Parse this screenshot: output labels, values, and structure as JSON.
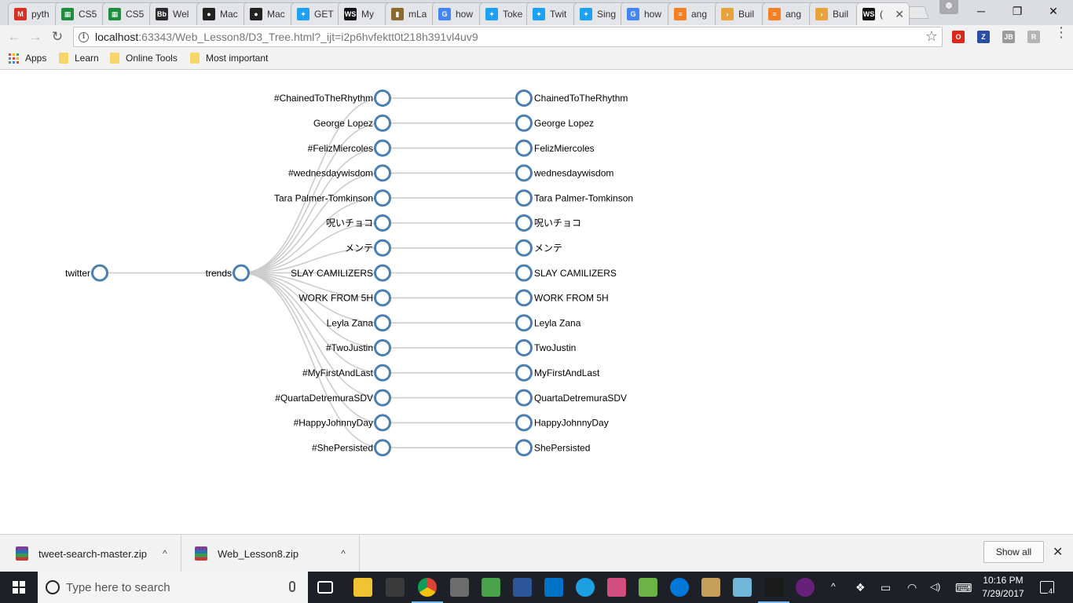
{
  "tabs": [
    {
      "title": "pyth",
      "favicon": "gmail-icon",
      "color": "#d93025",
      "letter": "M"
    },
    {
      "title": "CS5",
      "favicon": "sheets-icon",
      "color": "#1e8e3e",
      "letter": "▦"
    },
    {
      "title": "CS5",
      "favicon": "sheets-icon",
      "color": "#1e8e3e",
      "letter": "▦"
    },
    {
      "title": "Wel",
      "favicon": "blackboard-icon",
      "color": "#2b2b2b",
      "letter": "Bb"
    },
    {
      "title": "Mac",
      "favicon": "github-icon",
      "color": "#222222",
      "letter": "●"
    },
    {
      "title": "Mac",
      "favicon": "github-icon",
      "color": "#222222",
      "letter": "●"
    },
    {
      "title": "GET",
      "favicon": "twitter-icon",
      "color": "#1da1f2",
      "letter": "✦"
    },
    {
      "title": "My",
      "favicon": "webstorm-icon",
      "color": "#111111",
      "letter": "WS"
    },
    {
      "title": "mLa",
      "favicon": "mlab-icon",
      "color": "#8b6a2e",
      "letter": "▮"
    },
    {
      "title": "how",
      "favicon": "google-icon",
      "color": "#4285f4",
      "letter": "G"
    },
    {
      "title": "Toke",
      "favicon": "twitter-icon",
      "color": "#1da1f2",
      "letter": "✦"
    },
    {
      "title": "Twit",
      "favicon": "twitter-icon",
      "color": "#1da1f2",
      "letter": "✦"
    },
    {
      "title": "Sing",
      "favicon": "twitter-icon",
      "color": "#1da1f2",
      "letter": "✦"
    },
    {
      "title": "how",
      "favicon": "google-icon",
      "color": "#4285f4",
      "letter": "G"
    },
    {
      "title": "ang",
      "favicon": "stackoverflow-icon",
      "color": "#f48024",
      "letter": "≡"
    },
    {
      "title": "Buil",
      "favicon": "angular-icon",
      "color": "#e8a33d",
      "letter": "›"
    },
    {
      "title": "ang",
      "favicon": "stackoverflow-icon",
      "color": "#f48024",
      "letter": "≡"
    },
    {
      "title": "Buil",
      "favicon": "angular-icon",
      "color": "#e8a33d",
      "letter": "›"
    },
    {
      "title": "(",
      "favicon": "webstorm-icon",
      "color": "#111111",
      "letter": "WS",
      "active": true
    }
  ],
  "window": {
    "minimize": "─",
    "maximize": "❐",
    "close": "✕"
  },
  "toolbar": {
    "back": "←",
    "forward": "→",
    "reload": "↻",
    "url_host": "localhost",
    "url_rest": ":63343/Web_Lesson8/D3_Tree.html?_ijt=i2p6hvfektt0t218h391vl4uv9",
    "star": "☆",
    "extensions": [
      {
        "name": "opera-icon",
        "color": "#e0261b",
        "letter": "O"
      },
      {
        "name": "zotero-icon",
        "color": "#2a4da8",
        "letter": "Z"
      },
      {
        "name": "jb-icon",
        "color": "#9a9a9a",
        "letter": "JB"
      },
      {
        "name": "extension-icon",
        "color": "#b5b5b5",
        "letter": "R"
      }
    ],
    "menu": "⋮"
  },
  "bookmarks": {
    "apps": "Apps",
    "items": [
      "Learn",
      "Online Tools",
      "Most important"
    ]
  },
  "tree": {
    "root": "twitter",
    "middle": "trends",
    "trends": [
      {
        "label": "#ChainedToTheRhythm",
        "query": "ChainedToTheRhythm"
      },
      {
        "label": "George Lopez",
        "query": "George Lopez"
      },
      {
        "label": "#FelizMiercoles",
        "query": "FelizMiercoles"
      },
      {
        "label": "#wednesdaywisdom",
        "query": "wednesdaywisdom"
      },
      {
        "label": "Tara Palmer-Tomkinson",
        "query": "Tara Palmer-Tomkinson"
      },
      {
        "label": "呪いチョコ",
        "query": "呪いチョコ"
      },
      {
        "label": "メンテ",
        "query": "メンテ"
      },
      {
        "label": "SLAY CAMILIZERS",
        "query": "SLAY CAMILIZERS"
      },
      {
        "label": "WORK FROM 5H",
        "query": "WORK FROM 5H"
      },
      {
        "label": "Leyla Zana",
        "query": "Leyla Zana"
      },
      {
        "label": "#TwoJustin",
        "query": "TwoJustin"
      },
      {
        "label": "#MyFirstAndLast",
        "query": "MyFirstAndLast"
      },
      {
        "label": "#QuartaDetremuraSDV",
        "query": "QuartaDetremuraSDV"
      },
      {
        "label": "#HappyJohnnyDay",
        "query": "HappyJohnnyDay"
      },
      {
        "label": "#ShePersisted",
        "query": "ShePersisted"
      }
    ]
  },
  "downloads": {
    "files": [
      "tweet-search-master.zip",
      "Web_Lesson8.zip"
    ],
    "caret": "^",
    "show_all": "Show all",
    "close": "✕"
  },
  "taskbar": {
    "search_placeholder": "Type here to search",
    "apps": [
      {
        "name": "task-view-icon",
        "color": "#1d2027",
        "running": false
      },
      {
        "name": "file-explorer-icon",
        "color": "#f1c232",
        "running": false
      },
      {
        "name": "store-icon",
        "color": "#3a3a3a",
        "running": false
      },
      {
        "name": "chrome-icon",
        "color": "#db4437",
        "running": true
      },
      {
        "name": "snipping-tool-icon",
        "color": "#6c6c6c",
        "running": false
      },
      {
        "name": "sticky-app-icon",
        "color": "#4aa34a",
        "running": false
      },
      {
        "name": "word-icon",
        "color": "#2b579a",
        "running": false
      },
      {
        "name": "outlook-icon",
        "color": "#0072c6",
        "running": false
      },
      {
        "name": "ie-icon",
        "color": "#1ba1e2",
        "running": false
      },
      {
        "name": "intellij-icon",
        "color": "#d14e7f",
        "running": false
      },
      {
        "name": "android-studio-icon",
        "color": "#6ab344",
        "running": false
      },
      {
        "name": "edge-icon",
        "color": "#0078d7",
        "running": false
      },
      {
        "name": "paint-icon",
        "color": "#c5a05a",
        "running": false
      },
      {
        "name": "notepad-icon",
        "color": "#6fb6d8",
        "running": false
      },
      {
        "name": "webstorm-icon",
        "color": "#1b1b1b",
        "running": true
      },
      {
        "name": "visual-studio-icon",
        "color": "#68217a",
        "running": false
      }
    ],
    "tray": {
      "up": "^",
      "dropbox": "❖",
      "battery": "▭",
      "wifi": "◠",
      "volume": "◁)",
      "keyboard": "⌨"
    },
    "time": "10:16 PM",
    "date": "7/29/2017",
    "notifications": "4"
  }
}
